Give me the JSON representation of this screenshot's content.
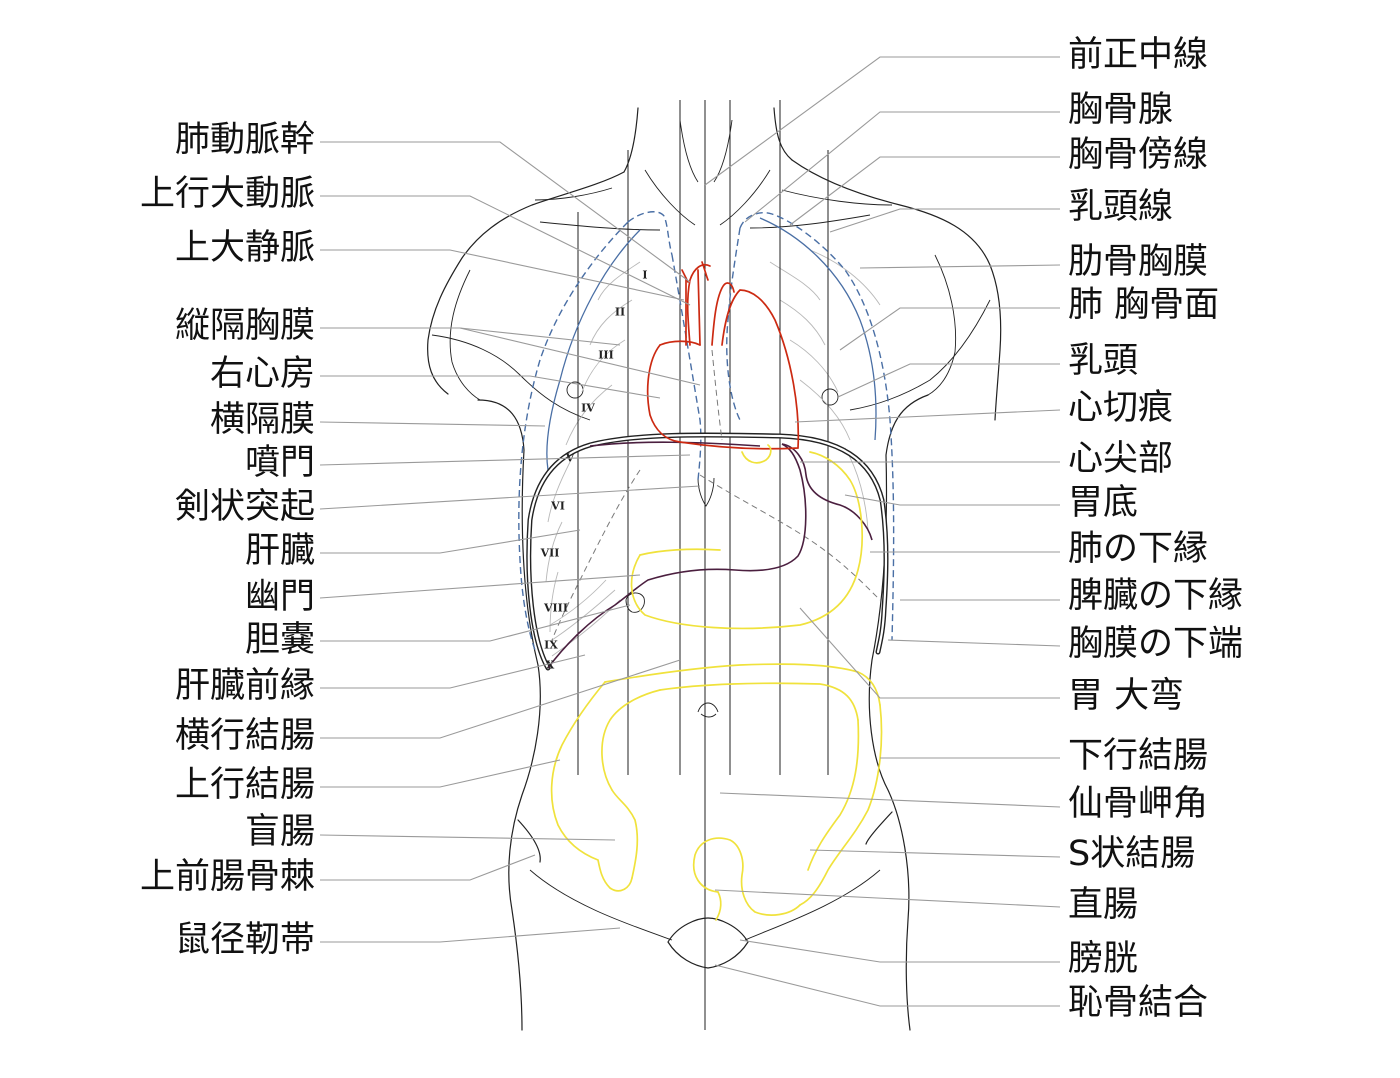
{
  "left_labels": [
    "肺動脈幹",
    "上行大動脈",
    "上大静脈",
    "縦隔胸膜",
    "右心房",
    "横隔膜",
    "噴門",
    "剣状突起",
    "肝臓",
    "幽門",
    "胆嚢",
    "肝臓前縁",
    "横行結腸",
    "上行結腸",
    "盲腸",
    "上前腸骨棘",
    "鼠径靭帯"
  ],
  "right_labels": [
    "前正中線",
    "胸骨腺",
    "胸骨傍線",
    "乳頭線",
    "肋骨胸膜",
    "肺 胸骨面",
    "乳頭",
    "心切痕",
    "心尖部",
    "胃底",
    "肺の下縁",
    "脾臓の下縁",
    "胸膜の下端",
    "胃 大弯",
    "下行結腸",
    "仙骨岬角",
    "S状結腸",
    "直腸",
    "膀胱",
    "恥骨結合"
  ],
  "rib_numerals": [
    "I",
    "II",
    "III",
    "IV",
    "V",
    "VI",
    "VII",
    "VIII",
    "IX",
    "X"
  ],
  "colors": {
    "text": "#111111",
    "leader": "#9a9a9a",
    "outline": "#222222",
    "rib": "#b8b8b8",
    "pleura": "#4a6fa5",
    "heart": "#cc2a12",
    "liver": "#4b1f3f",
    "colon": "#f0e23c"
  }
}
